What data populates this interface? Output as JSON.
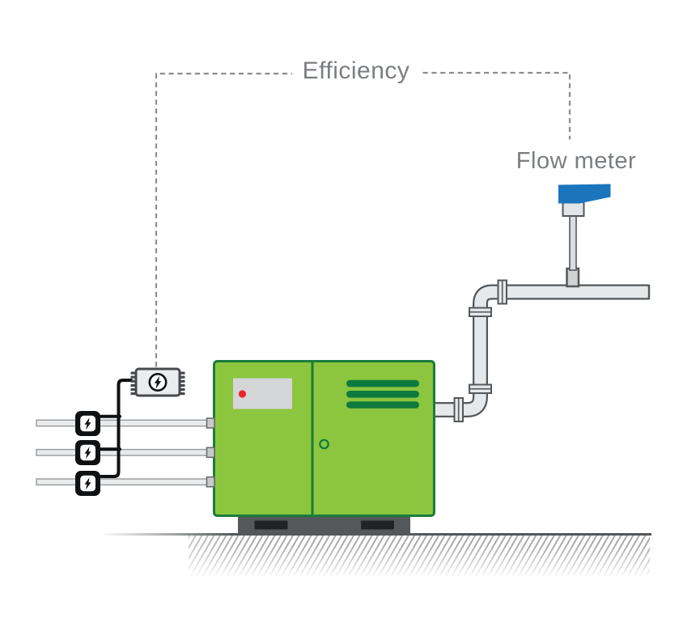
{
  "labels": {
    "efficiency": "Efficiency",
    "flow_meter": "Flow meter"
  },
  "icons": {
    "power_meter_icon": "lightning-bolt-in-circle",
    "current_sensor_icon": "lightning-bolt"
  },
  "components": {
    "current_sensor_count": 3,
    "pipe_flange_count": 4
  },
  "colors": {
    "compressor_body_green": "#8cc63f",
    "compressor_border_green": "#1b7c3d",
    "vent_slat_green": "#0e7a3d",
    "flow_meter_blue": "#1b75bc",
    "pipe_fill_gray": "#e7e8ea",
    "pipe_stroke_gray": "#54585b",
    "base_gray": "#54585a",
    "display_panel_gray": "#d5d6d8",
    "indicator_red": "#ee2528",
    "label_text_gray": "#7b7e82",
    "dashed_line_gray": "#8b8d90",
    "wire_black": "#101112",
    "cable_fill_gray": "#e9eaeb",
    "ground_line_gray": "#54585a",
    "hatch_gray": "#a8aaad"
  }
}
